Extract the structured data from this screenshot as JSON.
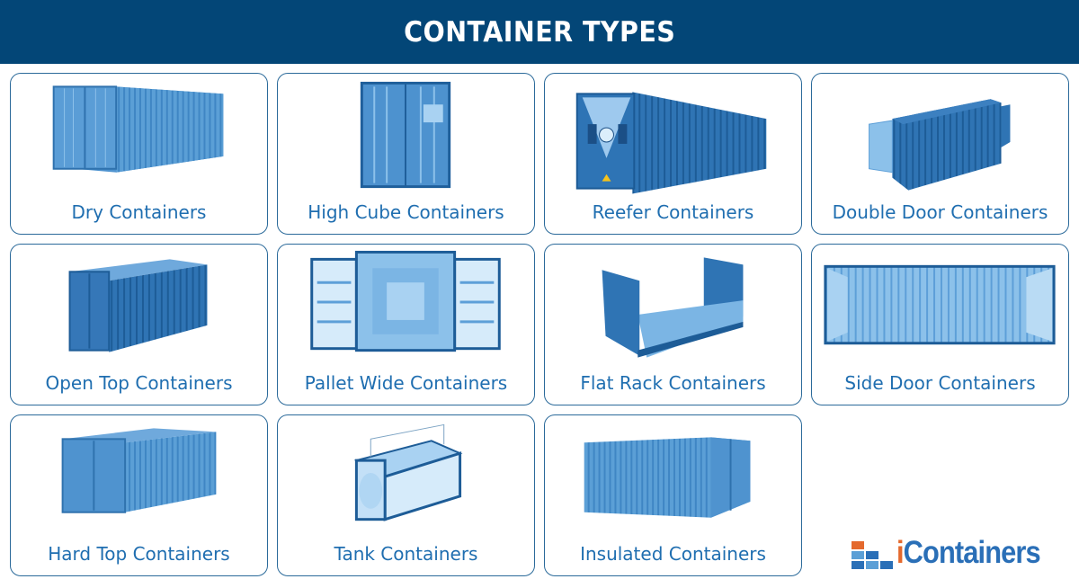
{
  "header": {
    "title": "CONTAINER TYPES"
  },
  "colors": {
    "header_bg": "#034677",
    "label_text": "#1f6eb0",
    "card_border": "#2b6a9a",
    "container_light": "#5b9fd6",
    "container_dark": "#2a6aa8",
    "logo_orange": "#e4692d",
    "logo_blue": "#2a6fb7"
  },
  "cards": [
    {
      "label": "Dry Containers",
      "icon": "dry-container-icon"
    },
    {
      "label": "High Cube Containers",
      "icon": "high-cube-container-icon"
    },
    {
      "label": "Reefer Containers",
      "icon": "reefer-container-icon"
    },
    {
      "label": "Double Door Containers",
      "icon": "double-door-container-icon"
    },
    {
      "label": "Open Top Containers",
      "icon": "open-top-container-icon"
    },
    {
      "label": "Pallet Wide Containers",
      "icon": "pallet-wide-container-icon"
    },
    {
      "label": "Flat Rack Containers",
      "icon": "flat-rack-container-icon"
    },
    {
      "label": "Side Door Containers",
      "icon": "side-door-container-icon"
    },
    {
      "label": "Hard Top Containers",
      "icon": "hard-top-container-icon"
    },
    {
      "label": "Tank Containers",
      "icon": "tank-container-icon"
    },
    {
      "label": "Insulated Containers",
      "icon": "insulated-container-icon"
    }
  ],
  "logo": {
    "prefix": "i",
    "text": "Containers"
  }
}
